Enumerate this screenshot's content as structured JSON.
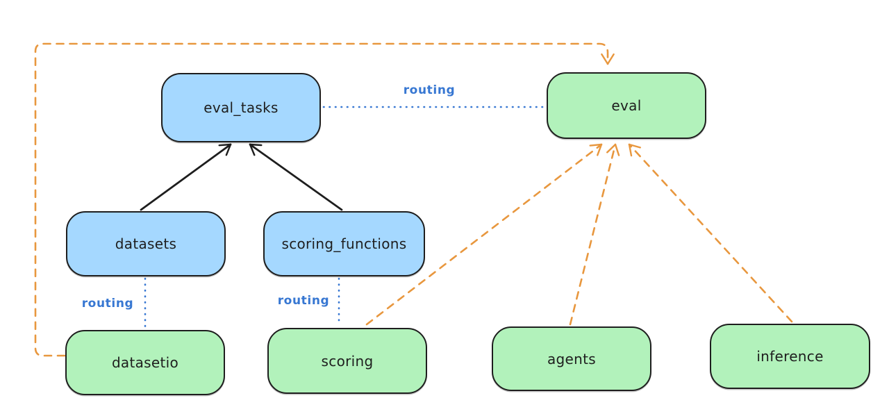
{
  "nodes": {
    "eval_tasks": {
      "label": "eval_tasks",
      "fill": "#a5d8ff"
    },
    "eval": {
      "label": "eval",
      "fill": "#b2f2bb"
    },
    "datasets": {
      "label": "datasets",
      "fill": "#a5d8ff"
    },
    "scoring_functions": {
      "label": "scoring_functions",
      "fill": "#a5d8ff"
    },
    "datasetio": {
      "label": "datasetio",
      "fill": "#b2f2bb"
    },
    "scoring": {
      "label": "scoring",
      "fill": "#b2f2bb"
    },
    "agents": {
      "label": "agents",
      "fill": "#b2f2bb"
    },
    "inference": {
      "label": "inference",
      "fill": "#b2f2bb"
    }
  },
  "edges": [
    {
      "from": "datasets",
      "to": "eval_tasks",
      "style": "solid",
      "color": "#1e1e1e",
      "arrow": true
    },
    {
      "from": "scoring_functions",
      "to": "eval_tasks",
      "style": "solid",
      "color": "#1e1e1e",
      "arrow": true
    },
    {
      "from": "eval_tasks",
      "to": "eval",
      "style": "dotted",
      "color": "#3777d2",
      "label": "routing",
      "arrow": false
    },
    {
      "from": "datasets",
      "to": "datasetio",
      "style": "dotted",
      "color": "#3777d2",
      "label": "routing",
      "arrow": false
    },
    {
      "from": "scoring_functions",
      "to": "scoring",
      "style": "dotted",
      "color": "#3777d2",
      "label": "routing",
      "arrow": false
    },
    {
      "from": "datasetio",
      "to": "eval",
      "style": "dashed",
      "color": "#e8973e",
      "arrow": true
    },
    {
      "from": "scoring",
      "to": "eval",
      "style": "dashed",
      "color": "#e8973e",
      "arrow": true
    },
    {
      "from": "agents",
      "to": "eval",
      "style": "dashed",
      "color": "#e8973e",
      "arrow": true
    },
    {
      "from": "inference",
      "to": "eval",
      "style": "dashed",
      "color": "#e8973e",
      "arrow": true
    }
  ],
  "colors": {
    "node_blue_fill": "#a5d8ff",
    "node_green_fill": "#b2f2bb",
    "node_stroke": "#1e1e1e",
    "routing_blue": "#3777d2",
    "dashed_orange": "#e8973e",
    "background": "#ffffff"
  }
}
